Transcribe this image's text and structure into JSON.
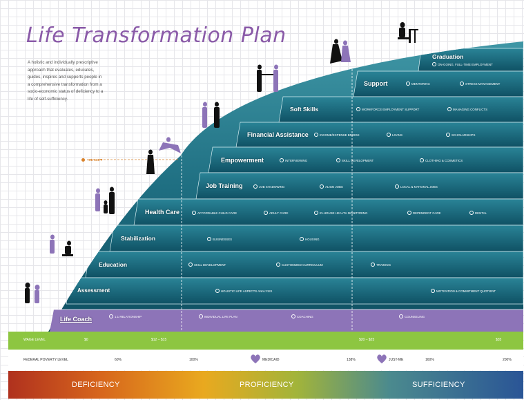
{
  "title": "Life Transformation Plan",
  "description": "A holistic and individually prescriptive approach that evaluates, educates, guides, inspires and supports people in a comprehensive transformation from a socio-economic status of deficiency to a life of self-sufficiency.",
  "cliff_label": "THE CLIFF",
  "colors": {
    "teal_dark": "#0d4f62",
    "teal_mid": "#1f7f91",
    "lavender": "#8d74b8",
    "green": "#8dc641"
  },
  "steps": [
    {
      "label": "Life Coach",
      "items": [
        "1:1 RELATIONSHIP",
        "INDIVIDUAL LIFE PLAN",
        "COACHING",
        "COUNSELING"
      ]
    },
    {
      "label": "Assessment",
      "items": [
        "HOLISTIC LIFE ASPECTS ANALYSIS",
        "MOTIVATION & COMMITMENT QUOTIENT"
      ]
    },
    {
      "label": "Education",
      "items": [
        "SKILL DEVELOPMENT",
        "CUSTOMIZED CURRICULUM",
        "TRAINING"
      ]
    },
    {
      "label": "Stabilization",
      "items": [
        "BUSINESSES",
        "HOUSING"
      ]
    },
    {
      "label": "Health Care",
      "items": [
        "AFFORDABLE CHILD CARE",
        "ADULT CARE",
        "IN-HOUSE HEALTH MONITORING",
        "DEPENDENT CARE",
        "DENTAL"
      ]
    },
    {
      "label": "Job Training",
      "items": [
        "JOB SHADOWING",
        "ALIGN JOBS",
        "LOCAL & NATIONAL JOBS"
      ]
    },
    {
      "label": "Empowerment",
      "items": [
        "INTERVIEWING",
        "SKILL DEVELOPMENT",
        "CLOTHING & COSMETICS"
      ]
    },
    {
      "label": "Financial Assistance",
      "items": [
        "INCOME/EXPENSE BRIDGE",
        "LOANS",
        "SCHOLARSHIPS"
      ]
    },
    {
      "label": "Soft Skills",
      "items": [
        "WORKFORCE EMPLOYMENT SUPPORT",
        "MANAGING CONFLICTS"
      ]
    },
    {
      "label": "Support",
      "items": [
        "MENTORING",
        "STRESS MANAGEMENT"
      ]
    },
    {
      "label": "Graduation",
      "items": [
        "ON-GOING, FULL-TIME EMPLOYMENT"
      ]
    }
  ],
  "wage_level": {
    "label": "WAGE LEVEL",
    "values": [
      "$0",
      "$12 – $15",
      "$20 – $25",
      "$35"
    ]
  },
  "poverty_level": {
    "label": "FEDERAL POVERTY LEVEL",
    "values": [
      "60%",
      "100%",
      "138%",
      "160%",
      "200%"
    ],
    "medicaid": "MEDICAID",
    "just_me": "JUST-ME"
  },
  "spectrum": {
    "deficiency": "DEFICIENCY",
    "proficiency": "PROFICIENCY",
    "sufficiency": "SUFFICIENCY"
  }
}
